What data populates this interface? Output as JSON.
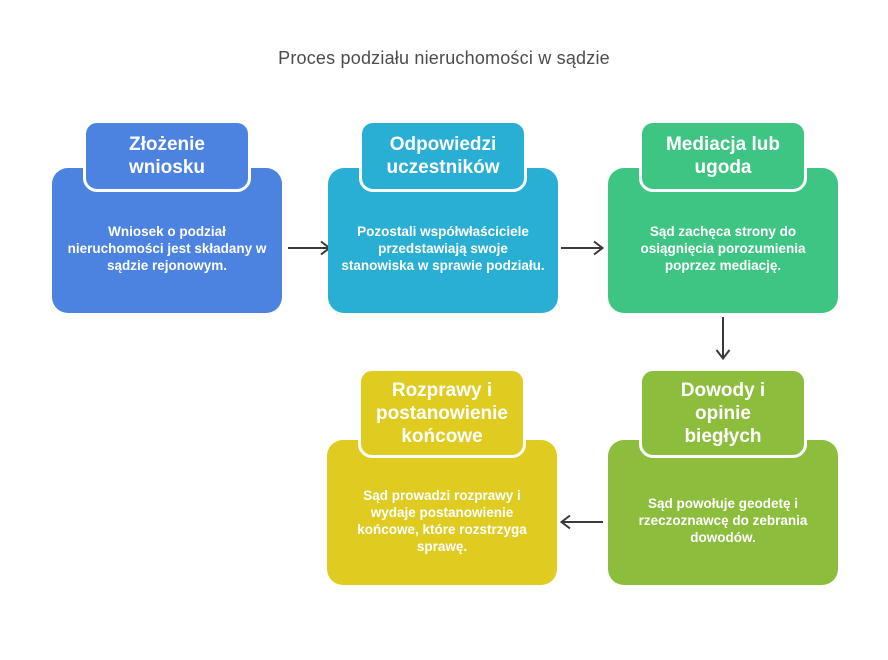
{
  "page": {
    "title": "Proces podziału nieruchomości w sądzie",
    "title_color": "#4c4c4c",
    "background": "#ffffff"
  },
  "flowchart": {
    "arrow_color": "#3a3a3a",
    "nodes": [
      {
        "id": "zlozenie-wniosku",
        "title": "Złożenie\nwniosku",
        "body": "Wniosek o podział nieruchomości jest składany w sądzie rejonowym.",
        "color": "#4c82e0"
      },
      {
        "id": "odpowiedzi-uczestnikow",
        "title": "Odpowiedzi\nuczestników",
        "body": "Pozostali współwłaściciele przedstawiają swoje stanowiska w sprawie podziału.",
        "color": "#29aed4"
      },
      {
        "id": "mediacja-lub-ugoda",
        "title": "Mediacja lub\nugoda",
        "body": "Sąd zachęca strony do osiągnięcia porozumienia poprzez mediację.",
        "color": "#3ec583"
      },
      {
        "id": "dowody-i-opinie-bieglych",
        "title": "Dowody i\nopinie\nbiegłych",
        "body": "Sąd powołuje geodetę i rzeczoznawcę do zebrania dowodów.",
        "color": "#8dbd3c"
      },
      {
        "id": "rozprawy-i-postanowienie-koncowe",
        "title": "Rozprawy i\npostanowienie\nkońcowe",
        "body": "Sąd prowadzi rozprawy i wydaje postanowienie końcowe, które rozstrzyga sprawę.",
        "color": "#e0cb20"
      }
    ],
    "edges": [
      {
        "from": "zlozenie-wniosku",
        "to": "odpowiedzi-uczestnikow",
        "direction": "right"
      },
      {
        "from": "odpowiedzi-uczestnikow",
        "to": "mediacja-lub-ugoda",
        "direction": "right"
      },
      {
        "from": "mediacja-lub-ugoda",
        "to": "dowody-i-opinie-bieglych",
        "direction": "down"
      },
      {
        "from": "dowody-i-opinie-bieglych",
        "to": "rozprawy-i-postanowienie-koncowe",
        "direction": "left"
      }
    ]
  }
}
